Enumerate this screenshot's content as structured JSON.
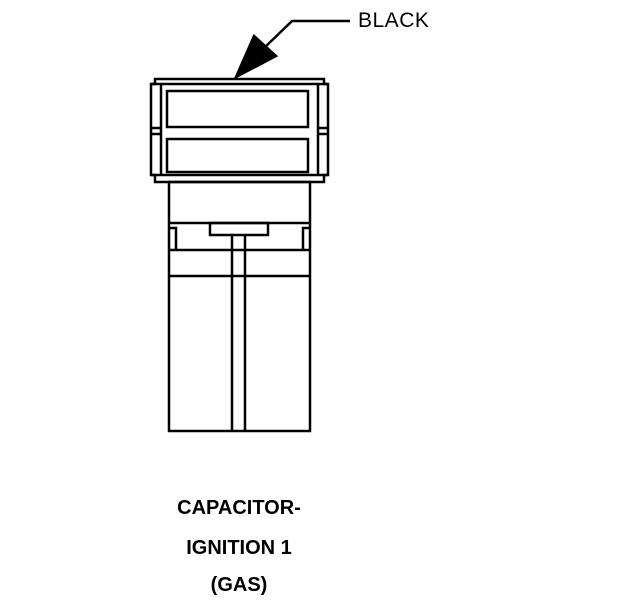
{
  "callout": {
    "color_label": "BLACK"
  },
  "caption": {
    "line1": "CAPACITOR-",
    "line2": "IGNITION 1",
    "line3": "(GAS)"
  },
  "colors": {
    "stroke": "#000000",
    "background": "#ffffff"
  }
}
